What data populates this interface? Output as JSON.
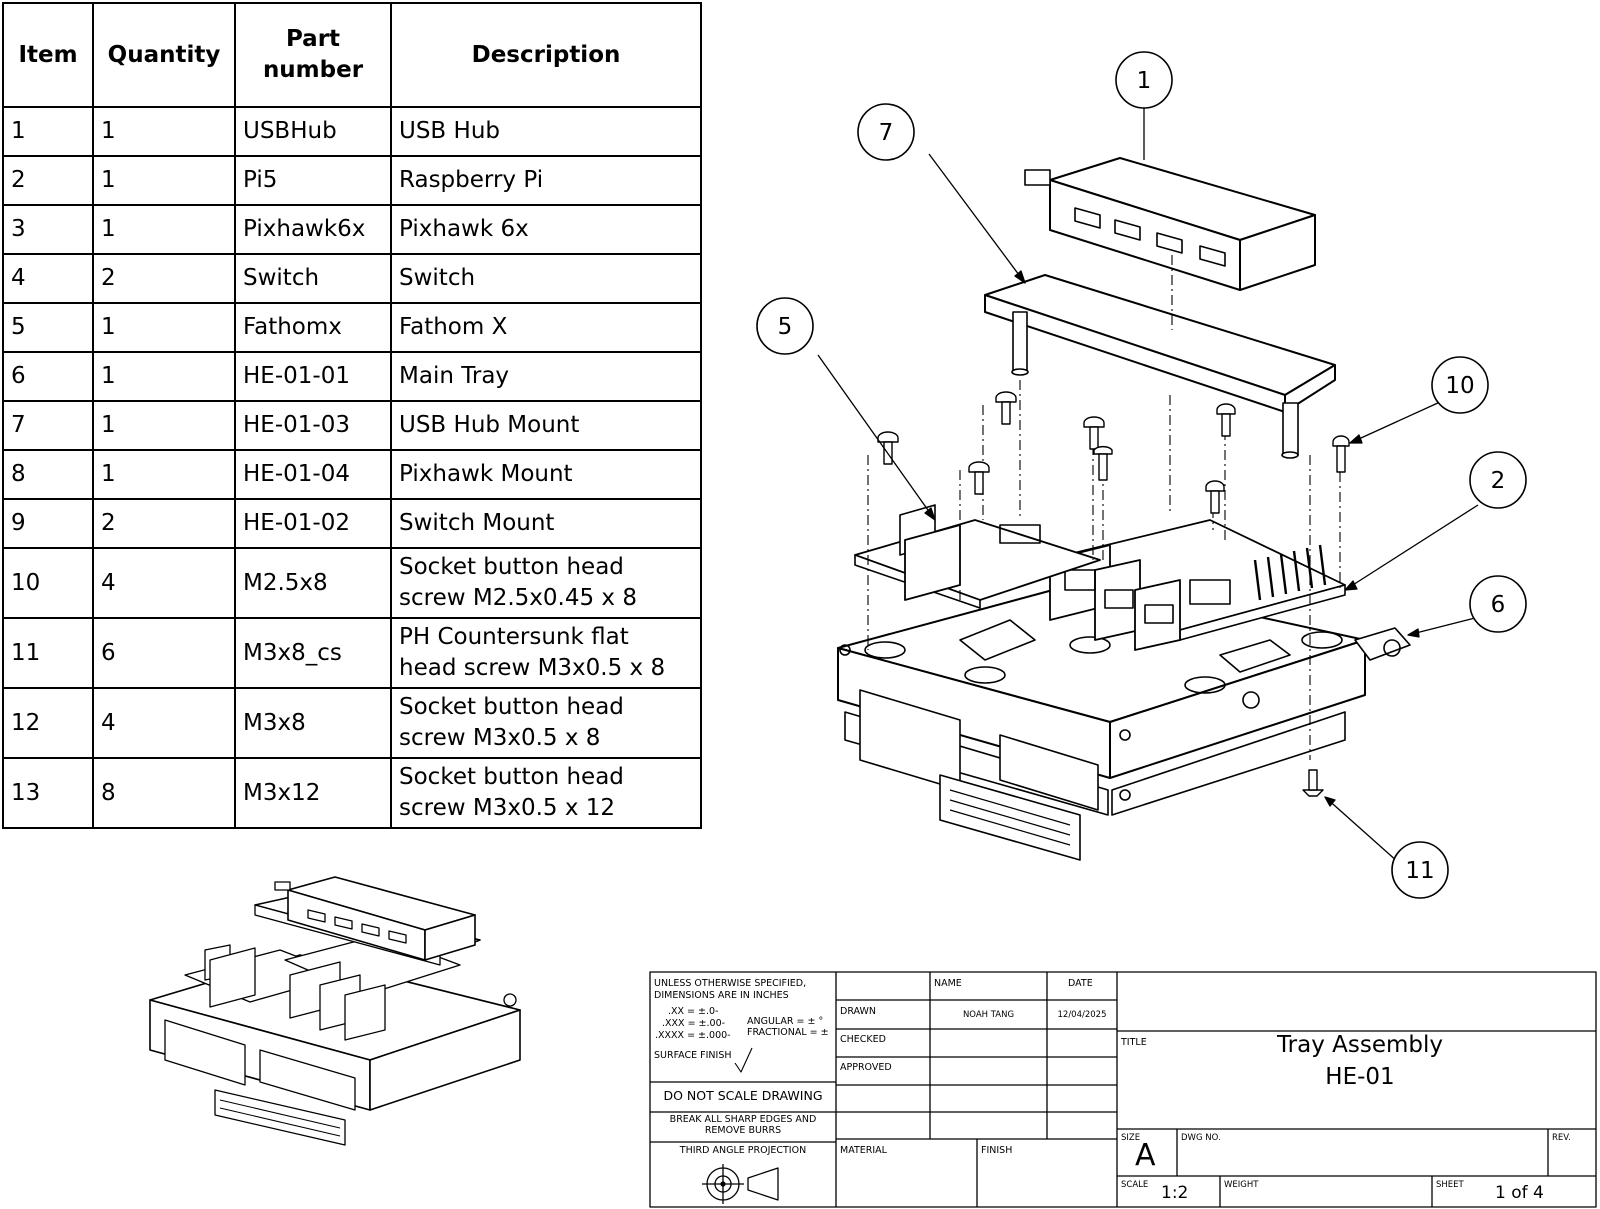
{
  "bom": {
    "headers": [
      "Item",
      "Quantity",
      "Part number",
      "Description"
    ],
    "rows": [
      {
        "item": "1",
        "qty": "1",
        "part": "USBHub",
        "desc": [
          "USB Hub"
        ]
      },
      {
        "item": "2",
        "qty": "1",
        "part": "Pi5",
        "desc": [
          "Raspberry Pi"
        ]
      },
      {
        "item": "3",
        "qty": "1",
        "part": "Pixhawk6x",
        "desc": [
          "Pixhawk 6x"
        ]
      },
      {
        "item": "4",
        "qty": "2",
        "part": "Switch",
        "desc": [
          "Switch"
        ]
      },
      {
        "item": "5",
        "qty": "1",
        "part": "Fathomx",
        "desc": [
          "Fathom X"
        ]
      },
      {
        "item": "6",
        "qty": "1",
        "part": "HE-01-01",
        "desc": [
          "Main Tray"
        ]
      },
      {
        "item": "7",
        "qty": "1",
        "part": "HE-01-03",
        "desc": [
          "USB Hub Mount"
        ]
      },
      {
        "item": "8",
        "qty": "1",
        "part": "HE-01-04",
        "desc": [
          "Pixhawk Mount"
        ]
      },
      {
        "item": "9",
        "qty": "2",
        "part": "HE-01-02",
        "desc": [
          "Switch Mount"
        ]
      },
      {
        "item": "10",
        "qty": "4",
        "part": "M2.5x8",
        "desc": [
          "Socket button head",
          "screw M2.5x0.45 x 8"
        ]
      },
      {
        "item": "11",
        "qty": "6",
        "part": "M3x8_cs",
        "desc": [
          "PH Countersunk flat",
          "head screw M3x0.5 x 8"
        ]
      },
      {
        "item": "12",
        "qty": "4",
        "part": "M3x8",
        "desc": [
          "Socket button head",
          "screw M3x0.5 x 8"
        ]
      },
      {
        "item": "13",
        "qty": "8",
        "part": "M3x12",
        "desc": [
          "Socket button head",
          "screw M3x0.5 x 12"
        ]
      }
    ]
  },
  "balloons": [
    "1",
    "7",
    "5",
    "10",
    "2",
    "6",
    "11"
  ],
  "title_block": {
    "notes": {
      "line1": "UNLESS OTHERWISE SPECIFIED,",
      "line2": "DIMENSIONS ARE IN INCHES",
      "tol1": ".XX = ±.0-",
      "tol2": ".XXX = ±.00-",
      "tol3": ".XXXX = ±.000-",
      "angular": "ANGULAR = ± °",
      "fractional": "FRACTIONAL = ±",
      "surface": "SURFACE FINISH",
      "no_scale": "DO NOT SCALE DRAWING",
      "break1": "BREAK ALL SHARP EDGES AND",
      "break2": "REMOVE BURRS",
      "projection": "THIRD ANGLE PROJECTION"
    },
    "name_header": "NAME",
    "date_header": "DATE",
    "drawn_label": "DRAWN",
    "drawn_name": "NOAH TANG",
    "drawn_date": "12/04/2025",
    "checked_label": "CHECKED",
    "approved_label": "APPROVED",
    "material_label": "MATERIAL",
    "finish_label": "FINISH",
    "title_label": "TITLE",
    "title_line1": "Tray Assembly",
    "title_line2": "HE-01",
    "size_label": "SIZE",
    "size_value": "A",
    "dwg_label": "DWG NO.",
    "rev_label": "REV.",
    "scale_label": "SCALE",
    "scale_value": "1:2",
    "weight_label": "WEIGHT",
    "sheet_label": "SHEET",
    "sheet_value": "1 of 4"
  }
}
